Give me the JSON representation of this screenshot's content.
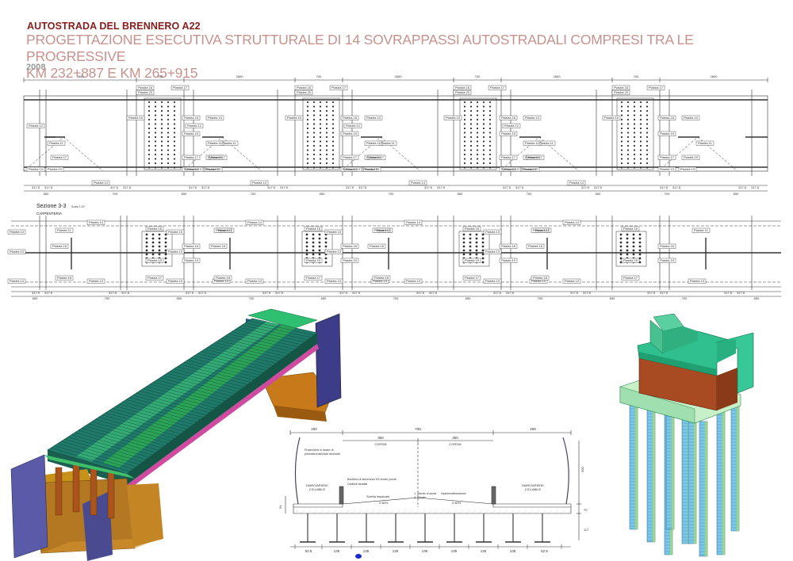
{
  "header": {
    "company": "AUTOSTRADA DEL BRENNERO A22",
    "title_line1": "PROGETTAZIONE ESECUTIVA STRUTTURALE DI 14 SOVRAPPASSI AUTOSTRADALI COMPRESI TRA LE PROGRESSIVE",
    "title_line2": "KM 232+887 E KM 265+915",
    "year": "2008"
  },
  "plan_drawing": {
    "top_dims": [
      "2600",
      "700",
      "2600",
      "700",
      "2600",
      "700",
      "2600",
      "700",
      "2600"
    ],
    "bottom_dims": [
      "650",
      "700",
      "650",
      "700",
      "650",
      "700",
      "650",
      "700",
      "650",
      "700",
      "650"
    ],
    "sub_dims": [
      "317.5",
      "317.5"
    ],
    "plate_labels": [
      "Piastra 10",
      "Piastra 11",
      "Piastra 12",
      "Piastra 13",
      "Piastra 14",
      "Piastra 15",
      "Piastra 16",
      "Piastra 17",
      "Piastra 18",
      "Piastra 19",
      "Piastra 20"
    ]
  },
  "section_drawing": {
    "title": "Sezione 3-3",
    "scale": "Scala 1:20",
    "subtitle": "CARPENTERIA",
    "bottom_dims": [
      "650",
      "700",
      "650",
      "700",
      "650",
      "700",
      "650",
      "700",
      "650",
      "700",
      "650"
    ]
  },
  "cross_section": {
    "top_dims": [
      "260",
      "700",
      "260"
    ],
    "lane_dims": [
      "350",
      "350"
    ],
    "lane_labels": [
      "CORSIA",
      "CORSIA"
    ],
    "sidewalk_left": [
      "MARCIAPIEDE",
      "CICLABILE"
    ],
    "sidewalk_right": [
      "MARCIAPIEDE",
      "CICLABILE"
    ],
    "note_protection": [
      "Protezione in lastre di",
      "policarbonato/tubi alveolari"
    ],
    "note_barrier": "Barriera di sicurezza H3 bordo ponte",
    "note_drain": "Caditoie stradali",
    "note_slab": "Soletta impalcato",
    "note_wear": [
      "1. Manto d'usura",
      "2. Binder"
    ],
    "note_membrane": "Impermeabilizzazione",
    "slopes": [
      "2.50%",
      "2.50%"
    ],
    "right_dims": [
      "300",
      "70",
      "117"
    ],
    "left_dim": "54",
    "bottom_dims": [
      "52.5",
      "135",
      "135",
      "135",
      "135",
      "135",
      "135",
      "135",
      "52.5"
    ]
  },
  "colors": {
    "brand_red": "#8a1c1c",
    "title_pink": "#c8928e",
    "year_gray": "#9a9a9a",
    "deck_teal": "#1e6e6a",
    "deck_green": "#2aa060",
    "abutment_orange": "#c87a1a",
    "wall_purple": "#4a4a90",
    "pile_cyan": "#78c8e8",
    "cap_brown": "#a84a22",
    "cap_green": "#30c090"
  }
}
